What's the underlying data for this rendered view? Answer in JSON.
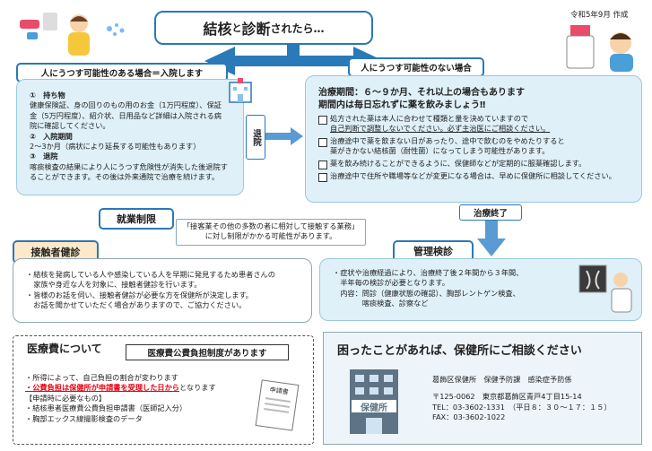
{
  "header": {
    "title_main": "結核",
    "title_small": "と",
    "title_main2": "診断",
    "title_rest": "されたら…",
    "date": "令和5年9月 作成"
  },
  "hospital": {
    "label": "人にうつす可能性のある場合＝入院します",
    "s1_title": "①　持ち物",
    "s1_body": "健康保険証、身の回りのもの用のお金（1万円程度）、保証金（5万円程度）、紹介状、日用品など詳細は入院される病院に確認してください。",
    "s2_title": "②　入院期間",
    "s2_body": "2～3か月（病状により延長する可能性もあります）",
    "s3_title": "③　退院",
    "s3_body": "喀痰検査の結果により人にうつす危険性が消失した後退院することができます。その後は外来通院で治療を続けます。"
  },
  "discharge": {
    "label": "退院"
  },
  "outpatient": {
    "label": "人にうつす可能性のない場合",
    "period": "治療期間：６～９か月、それ以上の場合もあります",
    "must": "期間内は毎日忘れずに薬を飲みましょう‼",
    "c1a": "処方された薬は本人に合わせて種類と量を決めていますので",
    "c1b": "自己判断で調整しないでください。必ず主治医にご相談ください。",
    "c2a": "治療途中で薬を飲まない日があったり、途中で飲むのをやめたりすると",
    "c2b": "薬がきかない結核菌（耐性菌）になってしまう可能性があります。",
    "c3": "薬を飲み続けることができるように、保健師などが定期的に服薬確認します。",
    "c4": "治療途中で住所や職場等などが変更になる場合は、早めに保健所に相談してください。"
  },
  "treatment_end": {
    "label": "治療終了"
  },
  "employment": {
    "label": "就業制限",
    "line1": "「接客業その他の多数の者に相対して接触する業務」",
    "line2": "に対し制限がかかる可能性があります。"
  },
  "contact": {
    "label": "接触者健診",
    "l1": "・結核を発病している人や感染している人を早期に発見するため患者さんの",
    "l2": "　家族や身近な人を対象に、接触者健診を行います。",
    "l3": "・皆様のお話を伺い、接触者健診が必要な方を保健所が決定します。",
    "l4": "　お話を聞かせていただく場合がありますので、ご協力ください。"
  },
  "management": {
    "label": "管理検診",
    "l1": "・症状や治療経過により、治療終了後２年間から３年間、",
    "l2": "　半年毎の検診が必要となります。",
    "l3": "　内容：問診（健康状態の確認）、胸部レントゲン検査、",
    "l4": "　　　　喀痰検査、診察など"
  },
  "medical_cost": {
    "heading": "医療費について",
    "badge": "医療費公費負担制度があります",
    "l1": "・所得によって、自己負担の割合が変わります",
    "l2_red": "・公費負担は保健所が申請書を受理した日から",
    "l2_rest": "となります",
    "l3": "【申請時に必要なもの】",
    "l4": "・結核患者医療費公費負担申請書（医師記入分）",
    "l5": "・胸部エックス線撮影検査のデータ",
    "form_label": "申請書"
  },
  "consult": {
    "heading": "困ったことがあれば、保健所にご相談ください",
    "org": "葛飾区保健所　保健予防課　感染症予防係",
    "postal": "〒125-0062　東京都葛飾区青戸4丁目15-14",
    "tel": "TEL：03-3602-1331　（平日８：３０～１７：１５）",
    "fax": "FAX：03-3602-1022",
    "sign": "保健所"
  },
  "colors": {
    "accent": "#2a79b8",
    "panel": "#dff0f8",
    "red": "#e60012",
    "contact_bg": "#fde9c9"
  }
}
